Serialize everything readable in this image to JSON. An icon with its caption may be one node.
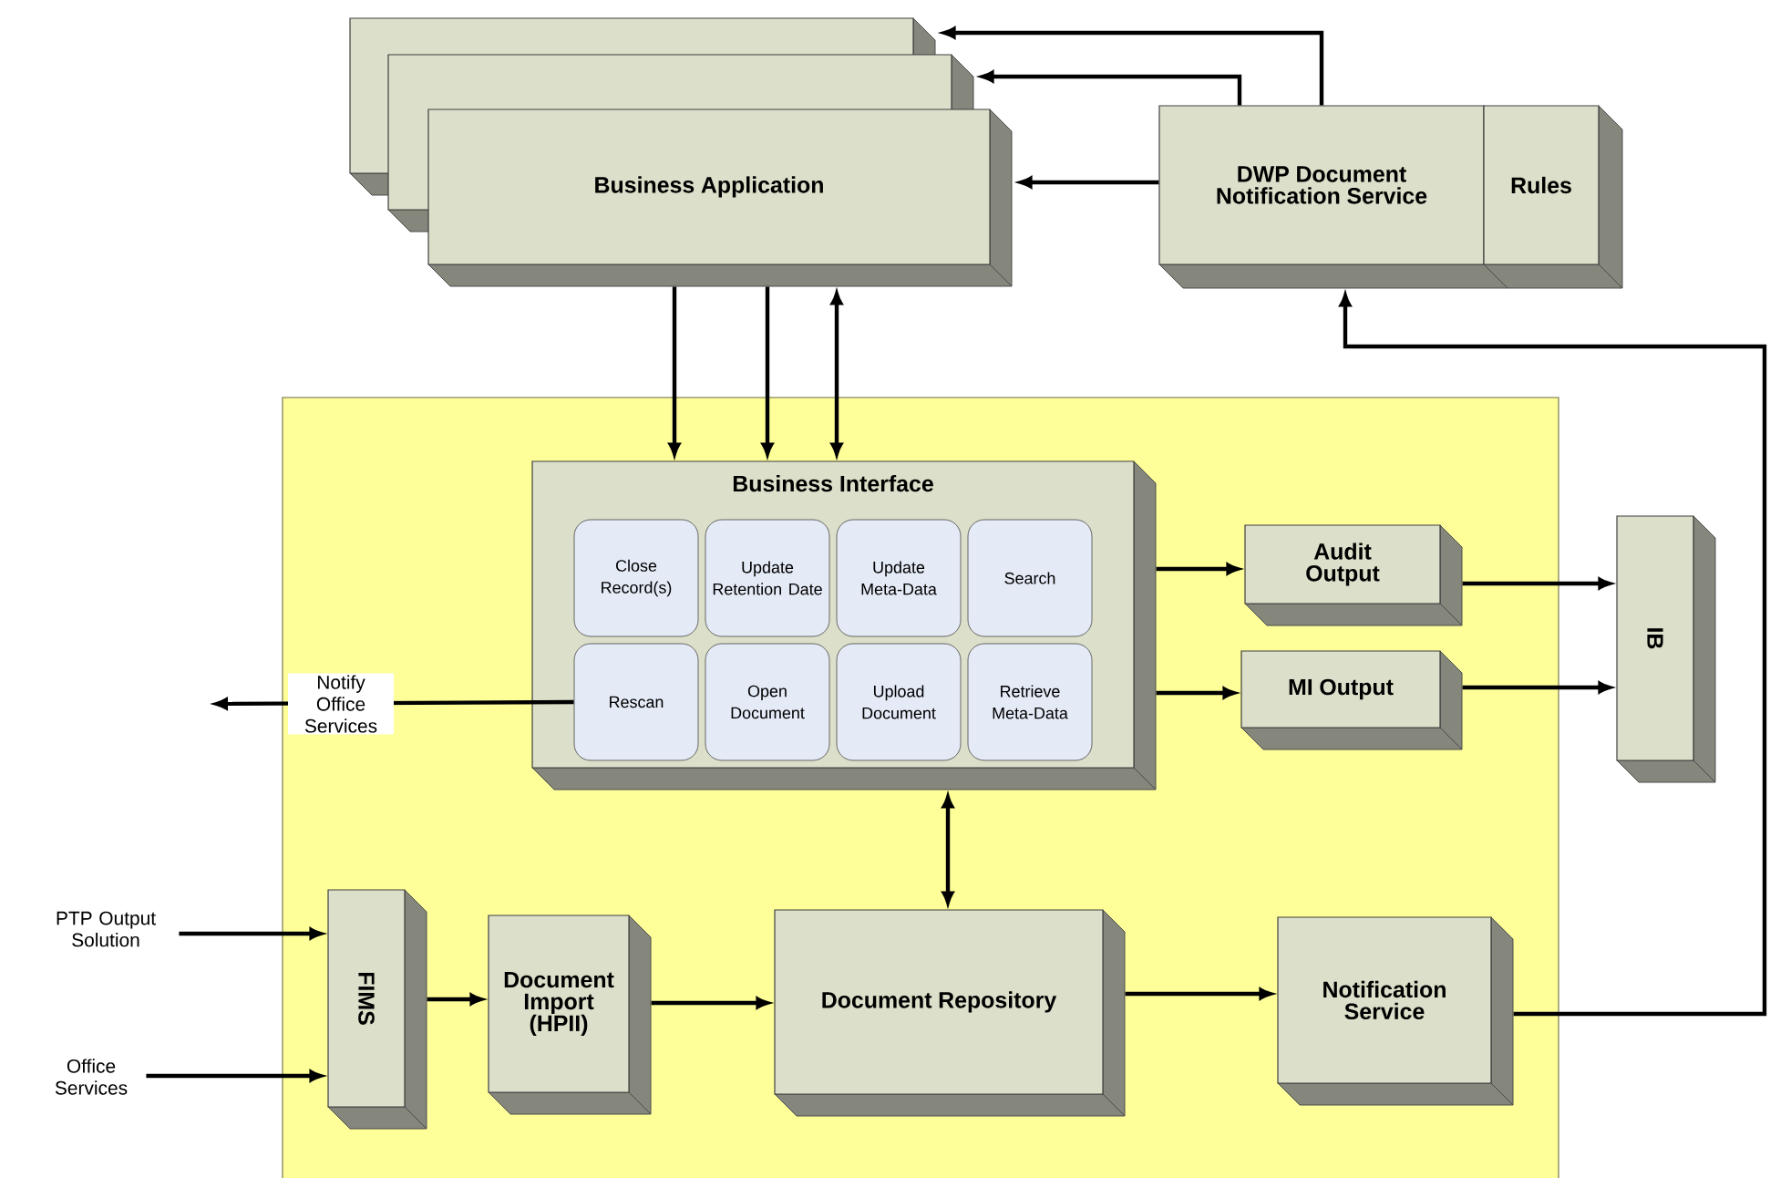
{
  "diagram": {
    "nodes": [
      {
        "text": [],
        "shape": "box"
      },
      {
        "text": [],
        "shape": "box"
      },
      {
        "text": [],
        "shape": "box"
      },
      {
        "text": [
          "Business Application"
        ]
      },
      {
        "text": [
          "DWP Document Notification Service"
        ]
      },
      {
        "text": [
          "Rules"
        ]
      },
      {
        "text": [
          "Business Interface"
        ],
        "in": 0
      },
      {
        "text": [
          "Close Record(s)"
        ],
        "in": 6
      },
      {
        "text": [
          "Update Retention Date"
        ],
        "in": 6
      },
      {
        "text": [
          "Update Meta-Data"
        ],
        "in": 6
      },
      {
        "text": [
          "Search"
        ],
        "in": 6
      },
      {
        "text": [
          "Rescan"
        ],
        "in": 6
      },
      {
        "text": [
          "Open Document"
        ],
        "in": 6
      },
      {
        "text": [
          "Upload Document"
        ],
        "in": 6
      },
      {
        "text": [
          "Retrieve Meta-Data"
        ],
        "in": 6
      },
      {
        "text": [
          "Audit Output"
        ],
        "in": 0
      },
      {
        "text": [
          "MI Output"
        ],
        "in": 0
      },
      {
        "text": [
          "IB"
        ]
      },
      {
        "text": [
          "FIMS"
        ],
        "in": 0
      },
      {
        "text": [
          "Document Import (HPII)"
        ],
        "in": 0
      },
      {
        "text": [
          "Document Repository"
        ],
        "in": 0
      },
      {
        "text": [
          "Notification Service"
        ],
        "in": 0
      },
      {
        "text": [
          "PTP Output Solution"
        ]
      },
      {
        "text": [
          "Office Services"
        ]
      }
    ],
    "edges": [
      {
        "from": 4,
        "to": 1,
        "arrow": "to"
      },
      {
        "from": 4,
        "to": 2,
        "arrow": "to"
      },
      {
        "from": 4,
        "to": 3,
        "arrow": "to"
      },
      {
        "from": 3,
        "to": 6,
        "arrow": "to"
      },
      {
        "from": 3,
        "to": 6,
        "arrow": "to"
      },
      {
        "from": 6,
        "to": 3,
        "arrow": "both"
      },
      {
        "from": 11,
        "to": null,
        "arrow": "to",
        "label": "Notify Office Services"
      },
      {
        "from": 6,
        "to": 15,
        "arrow": "to"
      },
      {
        "from": 6,
        "to": 16,
        "arrow": "to"
      },
      {
        "from": 15,
        "to": 17,
        "arrow": "to"
      },
      {
        "from": 16,
        "to": 17,
        "arrow": "to"
      },
      {
        "from": 6,
        "to": 20,
        "arrow": "both"
      },
      {
        "from": 22,
        "to": 18,
        "arrow": "to"
      },
      {
        "from": 23,
        "to": 18,
        "arrow": "to"
      },
      {
        "from": 18,
        "to": 19,
        "arrow": "to"
      },
      {
        "from": 19,
        "to": 20,
        "arrow": "to"
      },
      {
        "from": 20,
        "to": 21,
        "arrow": "to"
      },
      {
        "from": 21,
        "to": 4,
        "arrow": "to"
      }
    ]
  }
}
